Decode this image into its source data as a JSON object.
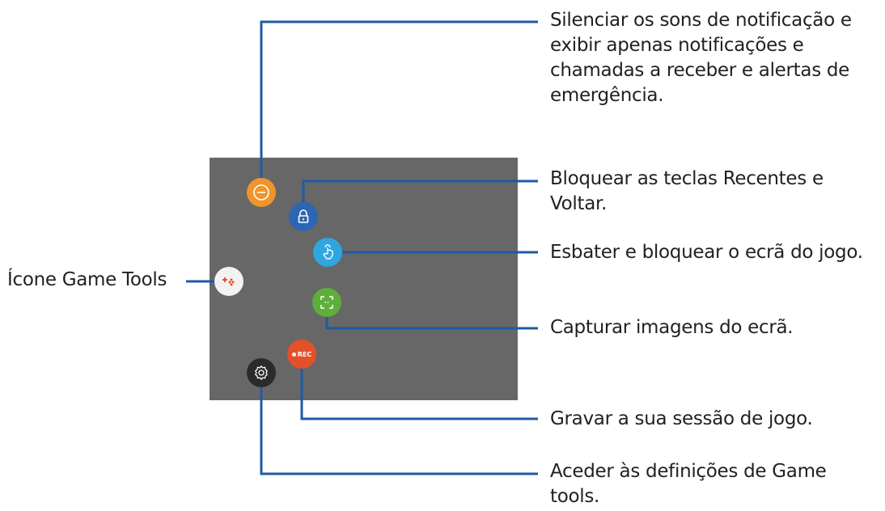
{
  "colors": {
    "panel": "#676767",
    "leader_line": "#1f5aa6",
    "mute_button": "#f0942c",
    "lock_button": "#2c66b4",
    "touch_button": "#2fa6e0",
    "screenshot_button": "#5fae3c",
    "record_button": "#e3502a",
    "settings_button": "#2b2b2b",
    "game_tools_button": "#f2f2f2"
  },
  "icons": {
    "mute": "minus-circle-icon",
    "lock": "lock-icon",
    "touch_lock": "touch-lock-icon",
    "screenshot": "screenshot-icon",
    "record": "record-icon",
    "settings": "gear-icon",
    "game_tools": "game-tools-icon"
  },
  "record_button": {
    "text": "REC"
  },
  "labels": {
    "mute": "Silenciar os sons de notificação e\nexibir apenas notificações e\nchamadas a receber e alertas de\nemergência.",
    "lock_keys": "Bloquear as teclas Recentes e\nVoltar.",
    "dim_lock": "Esbater e bloquear o ecrã do jogo.",
    "game_tools": "Ícone Game Tools",
    "screenshot": "Capturar imagens do ecrã.",
    "record": "Gravar a sua sessão de jogo.",
    "settings": "Aceder às definições de Game\ntools."
  }
}
